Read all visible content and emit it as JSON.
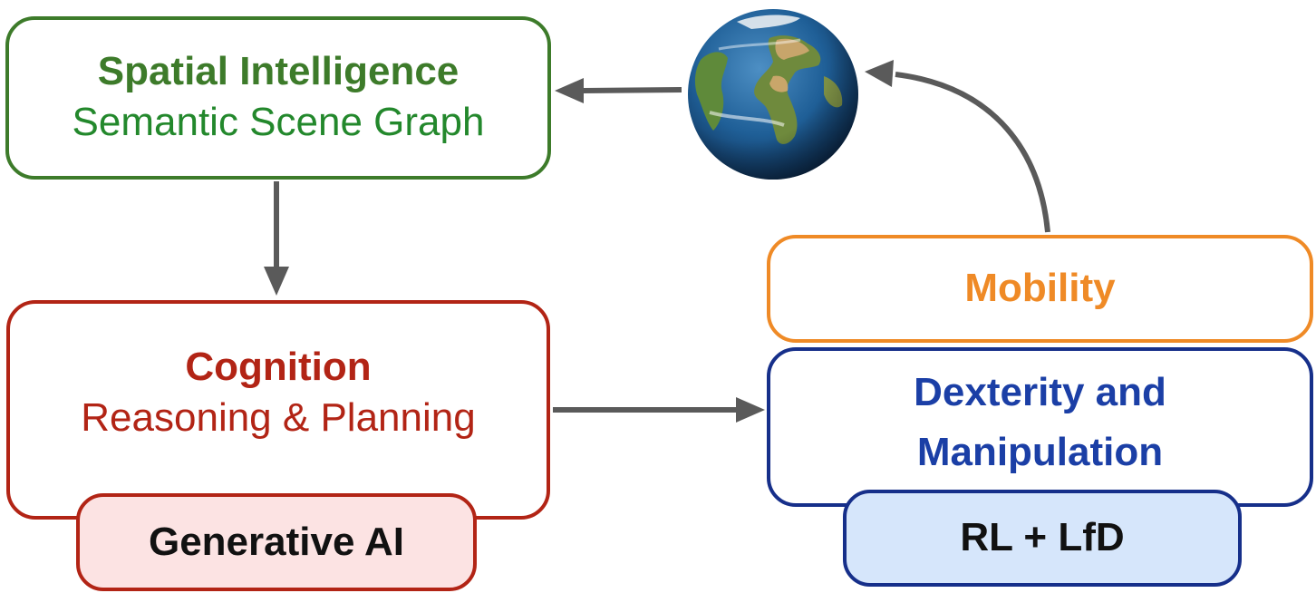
{
  "spatial": {
    "title": "Spatial Intelligence",
    "subtitle": "Semantic Scene Graph"
  },
  "cognition": {
    "title": "Cognition",
    "subtitle": "Reasoning & Planning"
  },
  "generative": {
    "label": "Generative AI"
  },
  "mobility": {
    "title": "Mobility"
  },
  "dexterity": {
    "line1": "Dexterity and",
    "line2": "Manipulation"
  },
  "rl": {
    "label": "RL + LfD"
  },
  "icons": {
    "world": "earth-globe-icon"
  },
  "colors": {
    "green": "#3d7b2a",
    "red": "#b22415",
    "orange": "#ef8a26",
    "blue": "#1b3fa6",
    "arrow": "#5a5a5a",
    "pink_fill": "#fce3e3",
    "blue_fill": "#d6e6fb"
  }
}
